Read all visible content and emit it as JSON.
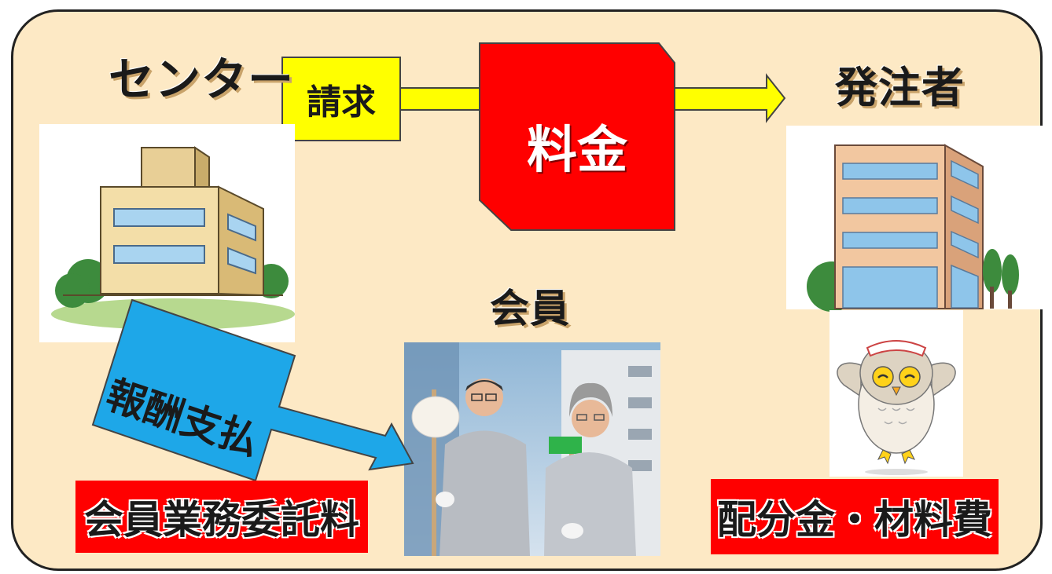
{
  "center_label": "センター",
  "orderer_label": "発注者",
  "member_label": "会員",
  "billing_label": "請求",
  "fee_label": "料金",
  "payment_label": "報酬支払",
  "member_fee_label": "会員業務委託料",
  "allocation_label": "配分金・材料費",
  "colors": {
    "panel_bg": "#fde9c5",
    "yellow_arrow": "#ffff00",
    "fee_red": "#ff0000",
    "payment_arrow": "#1ea7e8",
    "label_red": "#ff0000"
  },
  "icons": [
    "center-building-icon",
    "orderer-building-icon",
    "owl-mascot-icon",
    "workers-photo"
  ]
}
